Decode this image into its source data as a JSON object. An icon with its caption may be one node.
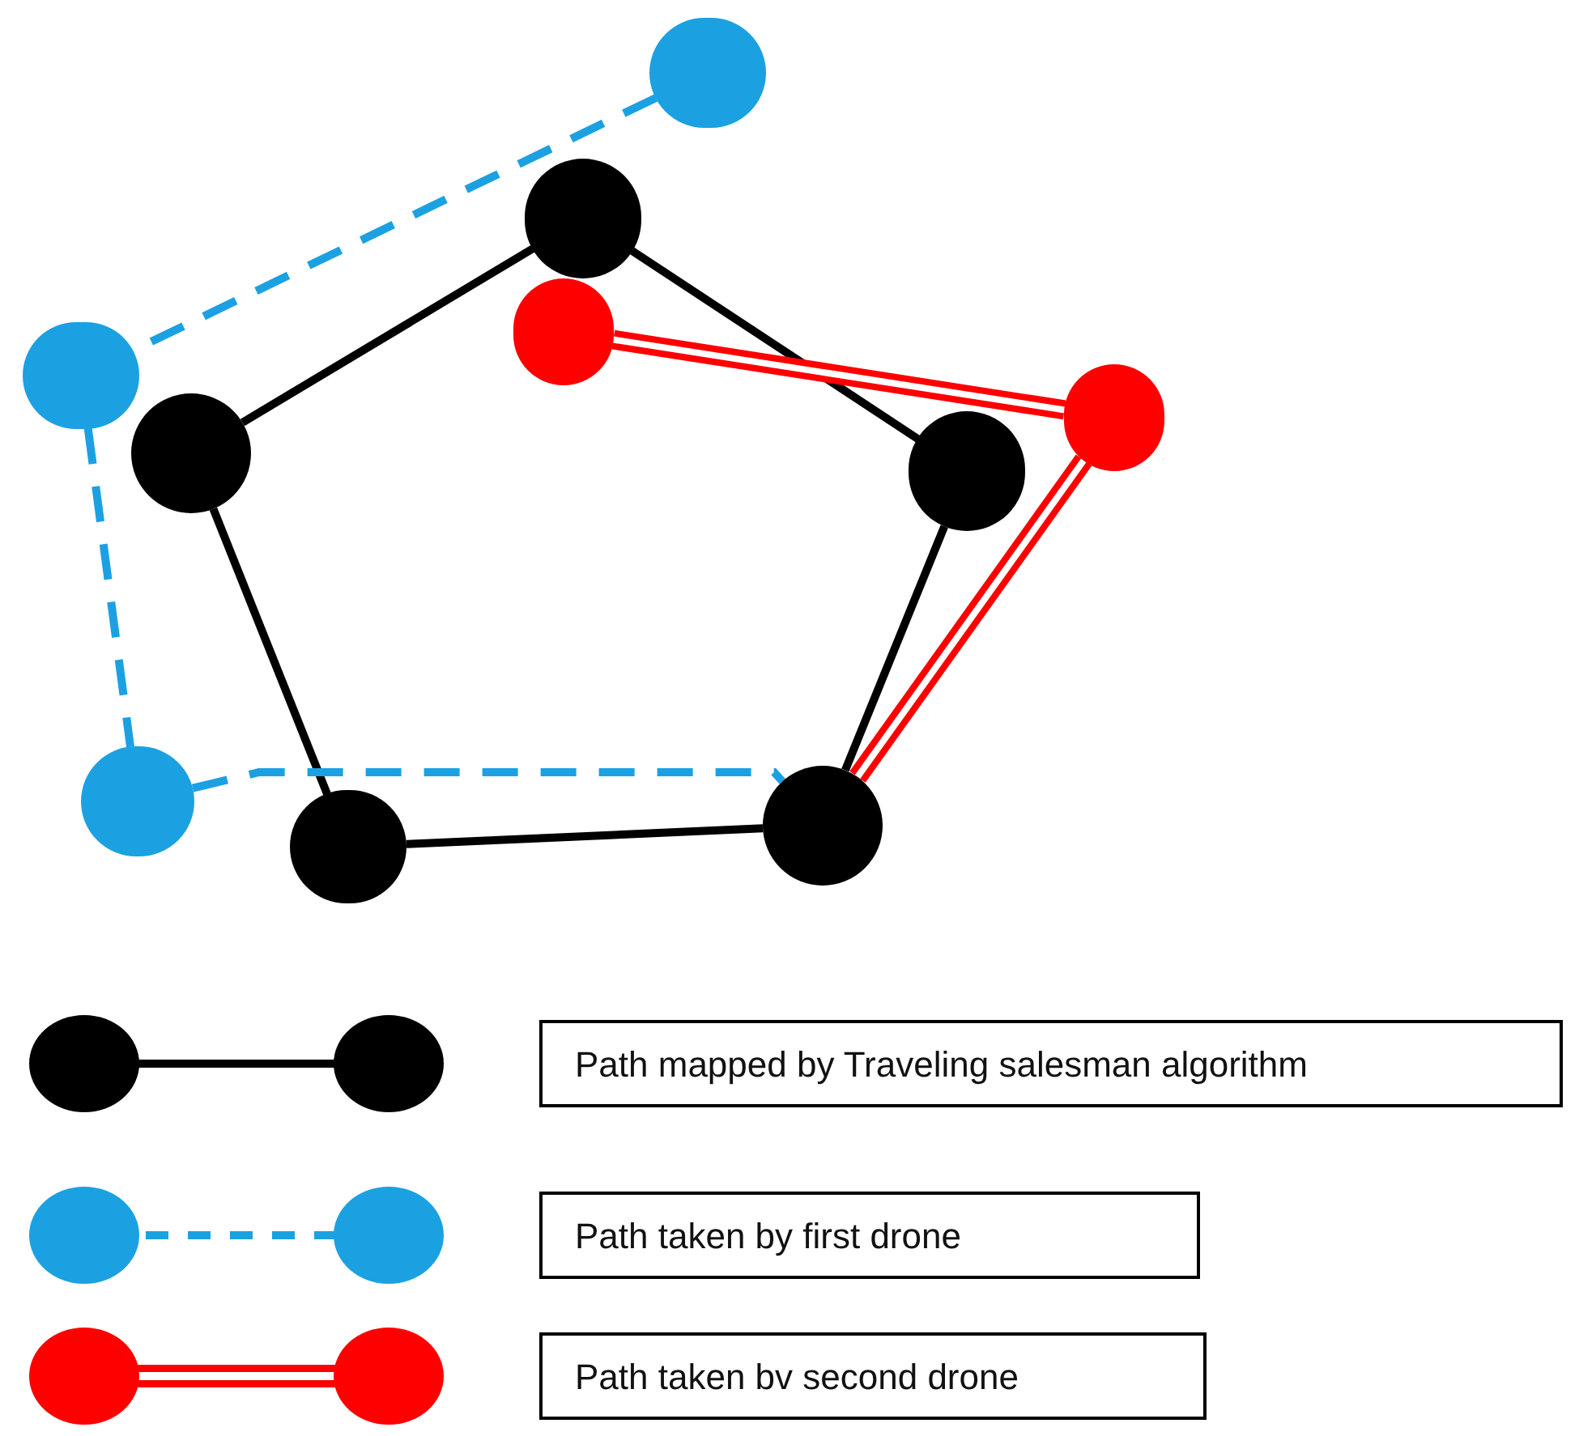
{
  "diagram": {
    "nodes": [
      {
        "text": [],
        "shape": "circle"
      },
      {
        "text": [],
        "shape": "circle"
      },
      {
        "text": [],
        "shape": "circle"
      },
      {
        "text": [],
        "shape": "circle"
      },
      {
        "text": [],
        "shape": "circle"
      },
      {
        "text": [],
        "shape": "circle"
      },
      {
        "text": [],
        "shape": "circle"
      },
      {
        "text": [],
        "shape": "circle"
      },
      {
        "text": [],
        "shape": "circle"
      },
      {
        "text": [],
        "shape": "circle"
      }
    ],
    "edges": [
      {
        "from": 1,
        "to": 5,
        "arrow": "none"
      },
      {
        "from": 1,
        "to": 6,
        "arrow": "none"
      },
      {
        "from": 5,
        "to": 9,
        "arrow": "none"
      },
      {
        "from": 9,
        "to": 8,
        "arrow": "none"
      },
      {
        "from": 6,
        "to": 8,
        "arrow": "none"
      },
      {
        "from": 0,
        "to": 3,
        "arrow": "none",
        "style": "dashed",
        "color": "#1ba1e2"
      },
      {
        "from": 3,
        "to": 7,
        "arrow": "none",
        "style": "dashed",
        "color": "#1ba1e2"
      },
      {
        "from": 7,
        "to": 8,
        "arrow": "none",
        "style": "dashed",
        "color": "#1ba1e2"
      },
      {
        "from": 2,
        "to": 4,
        "arrow": "none",
        "style": "thick",
        "color": "#ff0000"
      },
      {
        "from": 4,
        "to": 8,
        "arrow": "none",
        "style": "thick",
        "color": "#ff0000"
      }
    ],
    "legend": [
      {
        "text": "Path mapped by Traveling salesman algorithm"
      },
      {
        "text": "Path taken by first drone"
      },
      {
        "text": "Path taken bv second drone"
      }
    ]
  }
}
